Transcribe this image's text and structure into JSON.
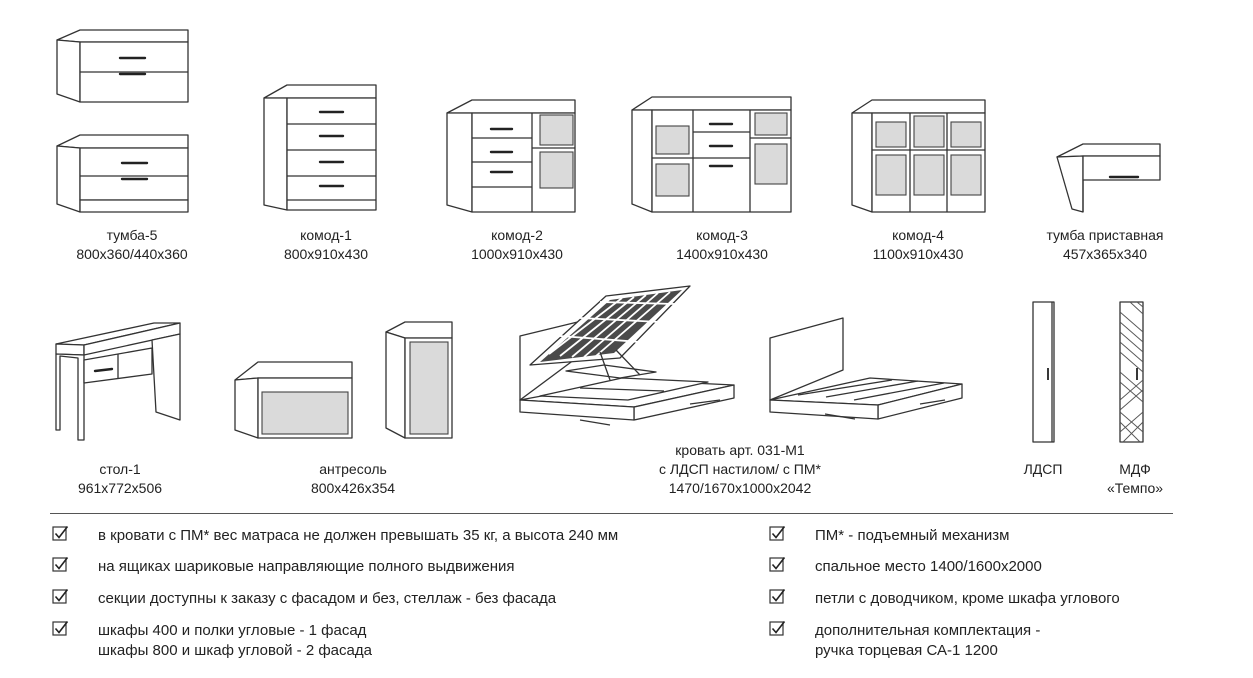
{
  "products": [
    {
      "id": "tumba5",
      "name": "тумба-5",
      "dims": "800x360/440x360"
    },
    {
      "id": "komod1",
      "name": "комод-1",
      "dims": "800x910x430"
    },
    {
      "id": "komod2",
      "name": "комод-2",
      "dims": "1000x910x430"
    },
    {
      "id": "komod3",
      "name": "комод-3",
      "dims": "1400x910x430"
    },
    {
      "id": "komod4",
      "name": "комод-4",
      "dims": "1100x910x430"
    },
    {
      "id": "tumba_prist",
      "name": "тумба приставная",
      "dims": "457x365x340"
    },
    {
      "id": "stol1",
      "name": "стол-1",
      "dims": "961x772x506"
    },
    {
      "id": "antresol",
      "name": "антресоль",
      "dims": "800x426x354"
    }
  ],
  "bed": {
    "line1": "кровать арт. 031-М1",
    "line2": "с ЛДСП настилом/ с ПМ*",
    "line3": "1470/1670x1000x2042"
  },
  "facades": {
    "ldsp": "ЛДСП",
    "mdf_line1": "МДФ",
    "mdf_line2": "«Темпо»"
  },
  "notes_left": [
    {
      "lines": [
        "в кровати с ПМ* вес матраса не должен превышать 35 кг, а высота 240 мм"
      ]
    },
    {
      "lines": [
        "на ящиках шариковые направляющие полного выдвижения"
      ]
    },
    {
      "lines": [
        "секции доступны к заказу с фасадом и без, стеллаж - без фасада"
      ]
    },
    {
      "lines": [
        "шкафы 400 и полки угловые - 1 фасад",
        "шкафы 800 и шкаф угловой  - 2 фасада"
      ]
    }
  ],
  "notes_right": [
    {
      "lines": [
        "ПМ* - подъемный механизм"
      ]
    },
    {
      "lines": [
        "спальное место 1400/1600x2000"
      ]
    },
    {
      "lines": [
        "петли с доводчиком, кроме шкафа углового"
      ]
    },
    {
      "lines": [
        "дополнительная комплектация -",
        "ручка торцевая СА-1 1200"
      ]
    }
  ],
  "icons": {
    "checkbox": "checkbox-checked-icon"
  }
}
